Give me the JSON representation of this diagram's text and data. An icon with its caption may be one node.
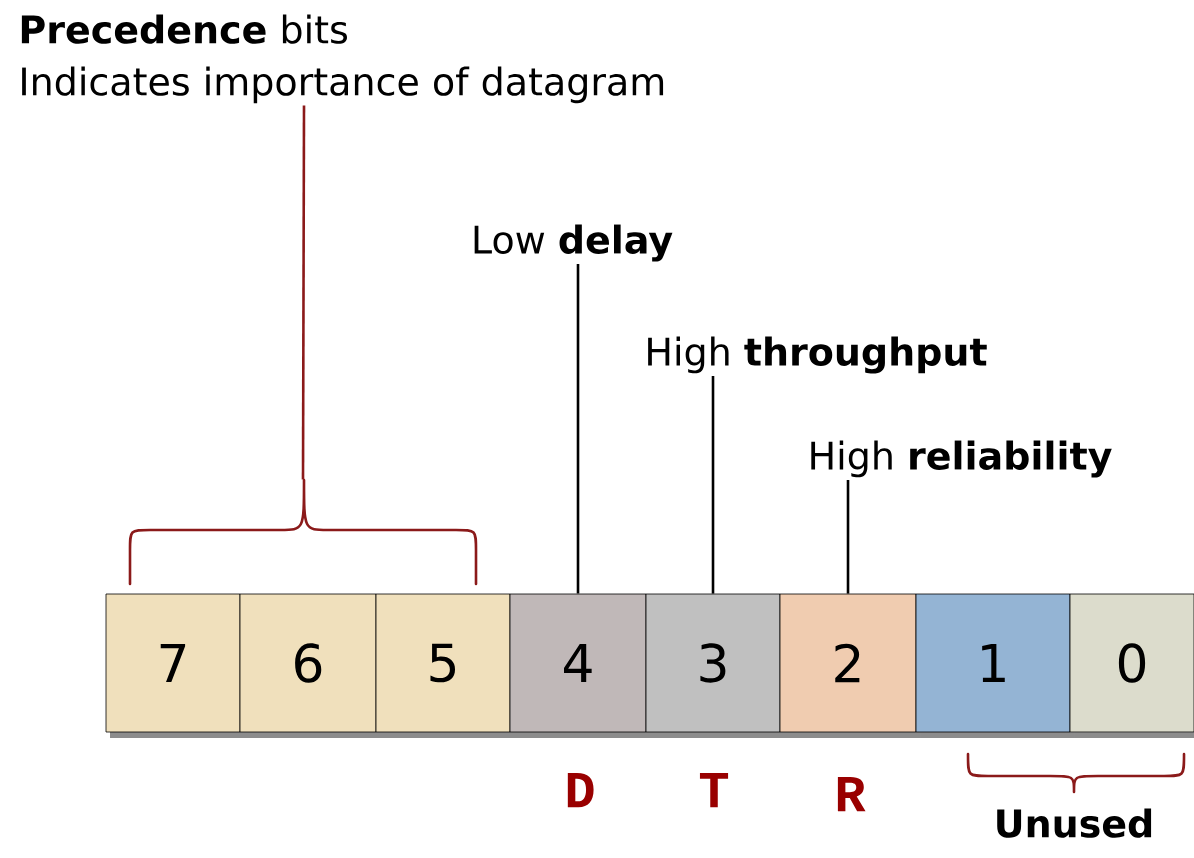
{
  "diagram": {
    "nodes": [
      {
        "text": [
          "7"
        ]
      },
      {
        "text": [
          "6"
        ]
      },
      {
        "text": [
          "5"
        ]
      },
      {
        "text": [
          "4"
        ]
      },
      {
        "text": [
          "3"
        ]
      },
      {
        "text": [
          "2"
        ]
      },
      {
        "text": [
          "1"
        ]
      },
      {
        "text": [
          "0"
        ]
      },
      {
        "text": [
          "**Precedence** bits",
          "Indicates importance of datagram"
        ]
      },
      {
        "text": [
          "Low **delay**"
        ]
      },
      {
        "text": [
          "High **throughput**"
        ]
      },
      {
        "text": [
          "High **reliability**"
        ]
      },
      {
        "text": [],
        "shape": "brace"
      }
    ],
    "edges": [
      {
        "from": 8,
        "to": 12,
        "arrow": "none",
        "color": "#8b1a1a"
      },
      {
        "from": 9,
        "to": 3,
        "arrow": "none"
      },
      {
        "from": 10,
        "to": 4,
        "arrow": "none"
      },
      {
        "from": 11,
        "to": 5,
        "arrow": "none"
      }
    ],
    "labels": [
      "D",
      "T",
      "R",
      "Unused"
    ]
  }
}
